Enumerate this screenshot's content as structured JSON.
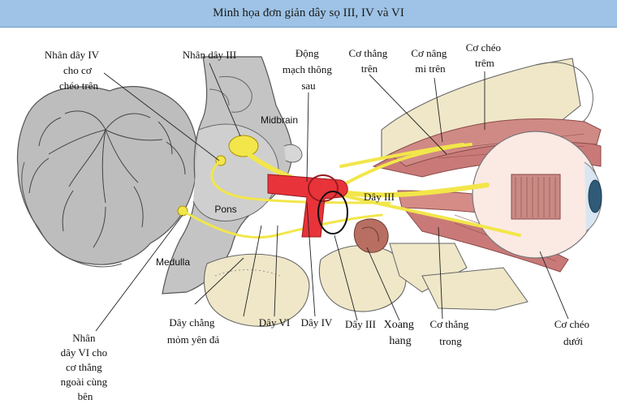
{
  "title": "Minh họa đơn giản dây sọ III, IV và VI",
  "labels": {
    "nhan_day_iv": [
      "Nhân dây IV",
      "cho cơ",
      "chéo trên"
    ],
    "nhan_day_iii": [
      "Nhân dây III"
    ],
    "dong_mach": [
      "Động",
      "mạch thông",
      "sau"
    ],
    "co_thang_tren": [
      "Cơ thẳng",
      "trên"
    ],
    "co_nang_mi": [
      "Cơ nâng",
      "mi trên"
    ],
    "co_cheo_trem": [
      "Cơ chéo",
      "trêm"
    ],
    "midbrain": "Midbrain",
    "pons": "Pons",
    "medulla": "Medulla",
    "day_iii_inner": "Dây III",
    "nhan_day_vi": [
      "Nhân",
      "dây VI cho",
      "cơ thẳng",
      "ngoài cùng",
      "bên"
    ],
    "day_chang": [
      "Dây chằng",
      "mỏm yên đá"
    ],
    "day_vi": "Dây VI",
    "day_iv": "Dây IV",
    "day_iii": "Dây III",
    "xoang_hang": [
      "Xoang",
      "hang"
    ],
    "co_thang_trong": [
      "Cơ thẳng",
      "trong"
    ],
    "co_cheo_duoi": [
      "Cơ chéo",
      "dưới"
    ]
  },
  "colors": {
    "title_bg": "#9ec3e6",
    "brain": "#bdbdbd",
    "nerve": "#f2e64a",
    "artery": "#e8333a",
    "muscle": "#c97a78",
    "bone": "#efe7c8",
    "eye": "#fbe9e4"
  }
}
